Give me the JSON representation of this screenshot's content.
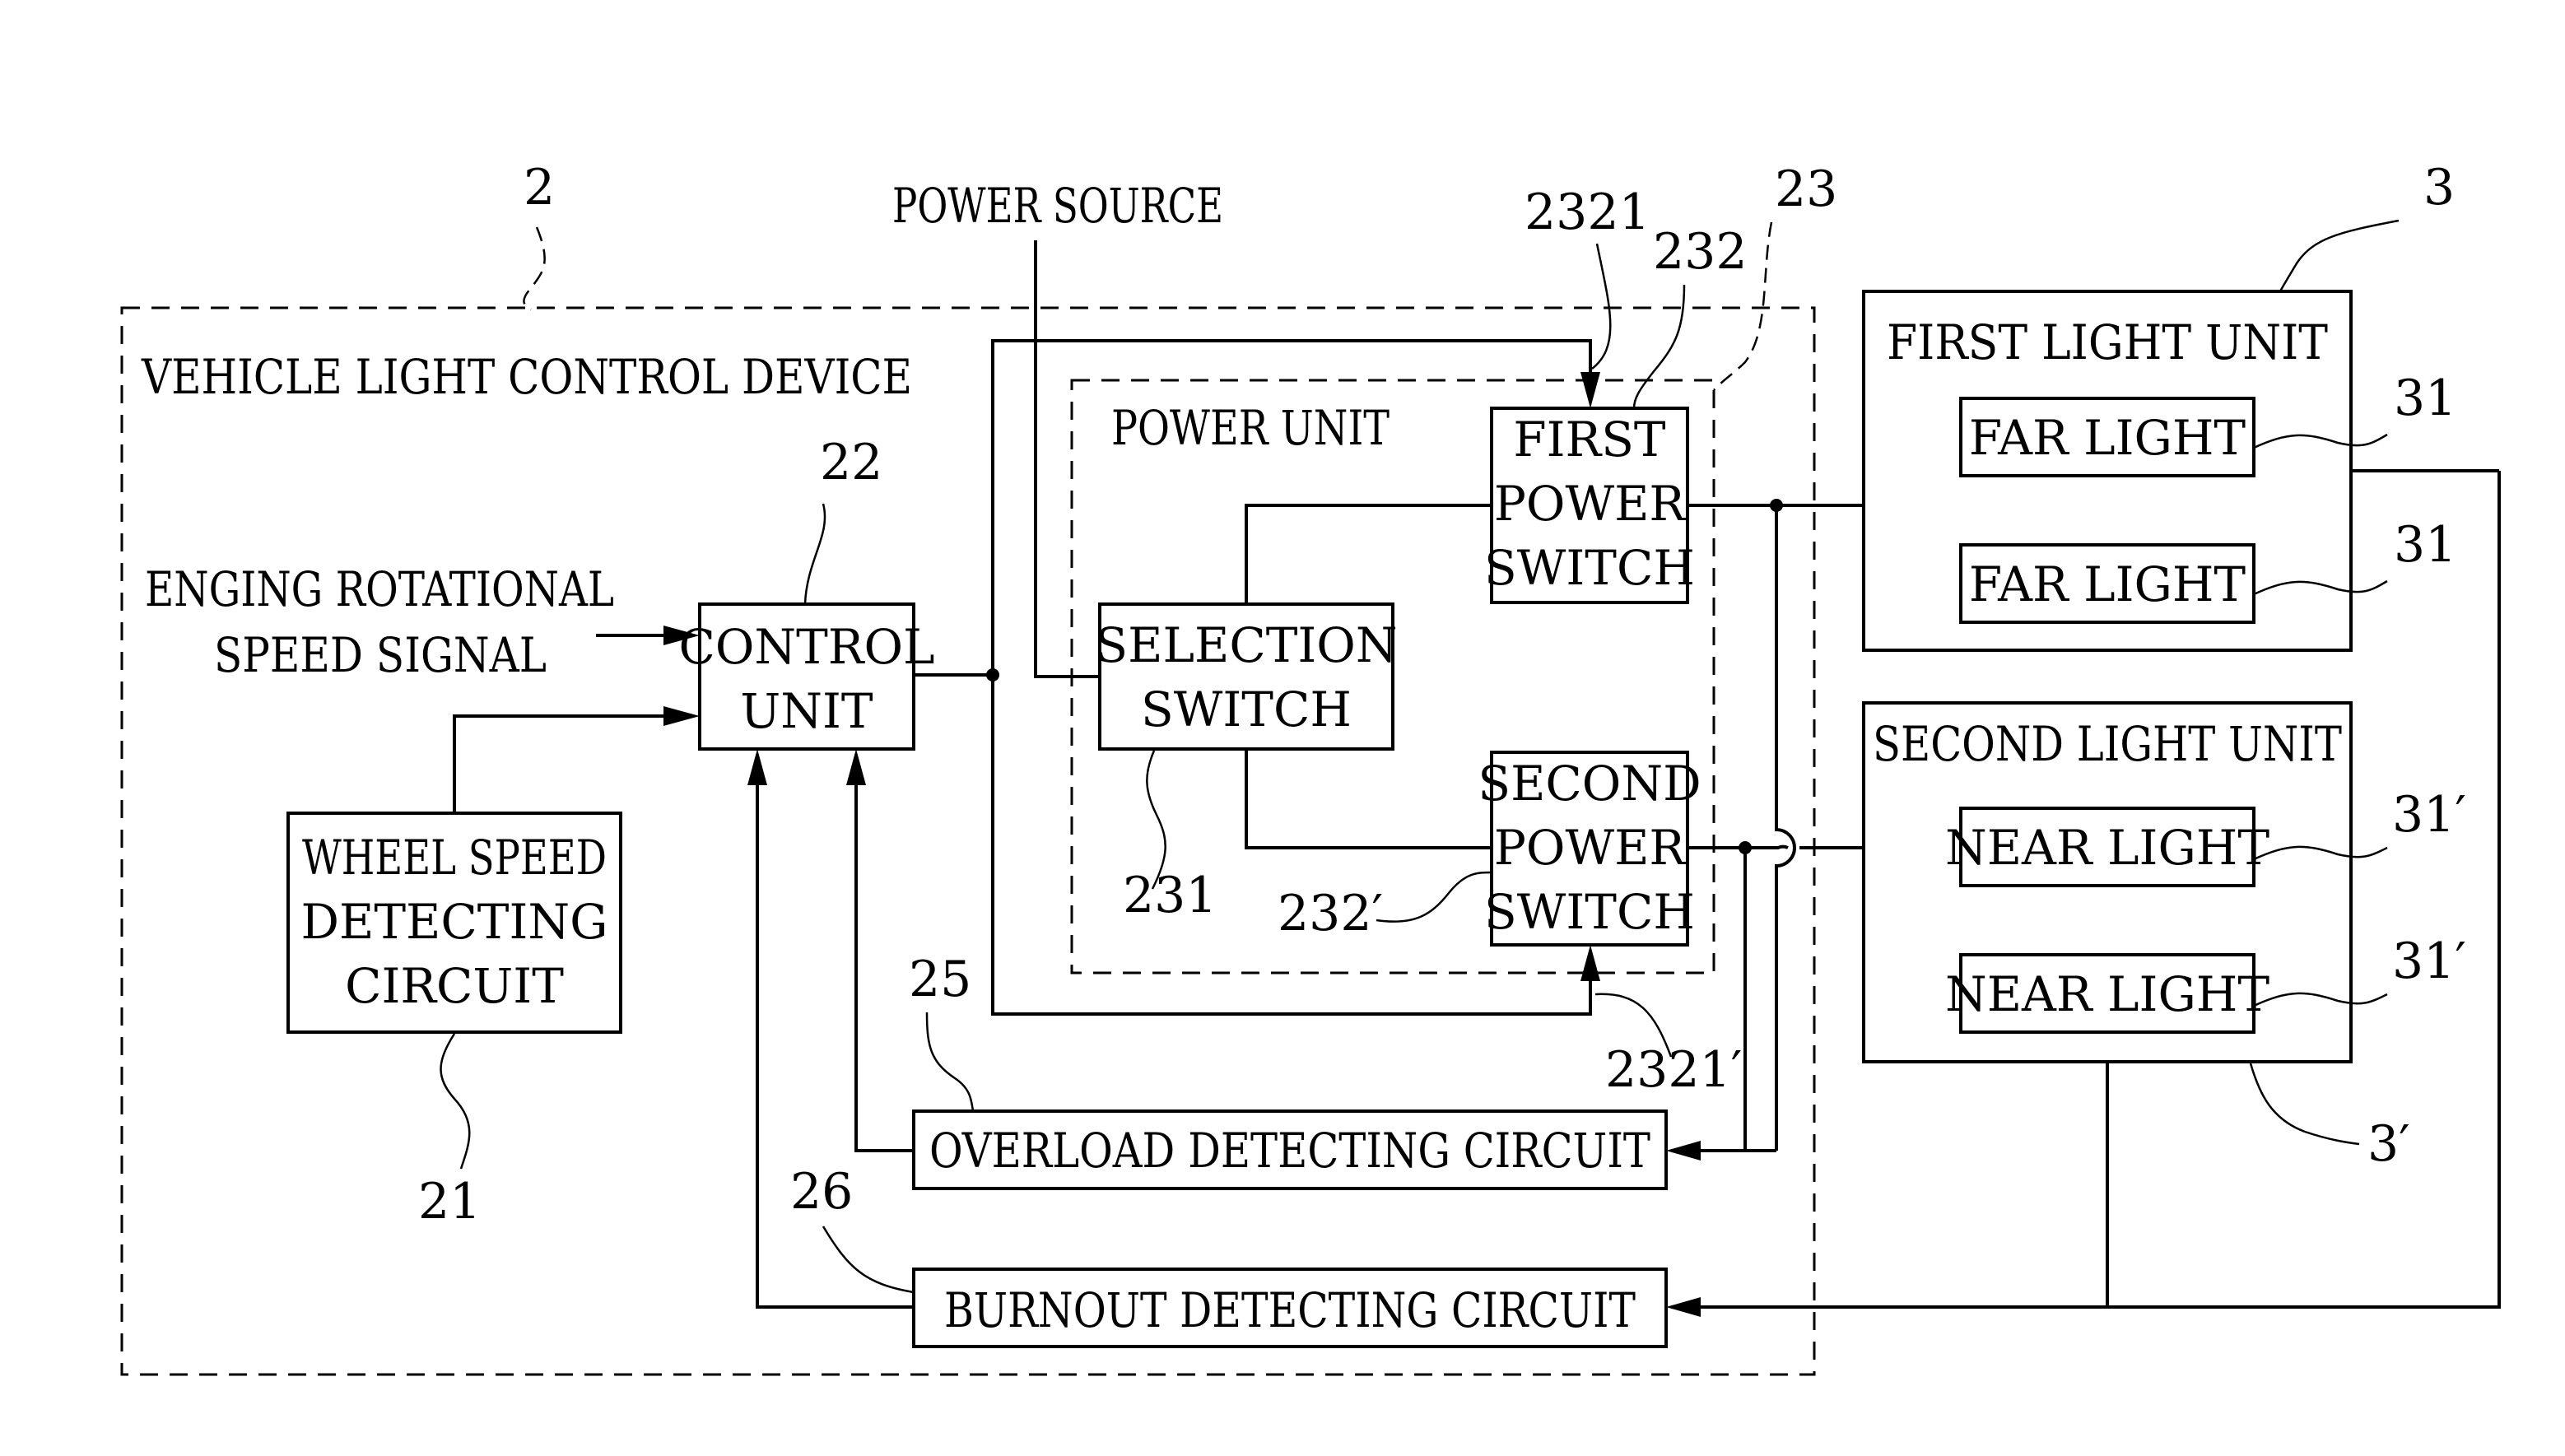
{
  "diagram": {
    "device": {
      "title": "VEHICLE LIGHT CONTROL DEVICE",
      "ref": "2"
    },
    "inputs": {
      "engine_signal": [
        "ENGING ROTATIONAL",
        "SPEED SIGNAL"
      ],
      "power_source": "POWER SOURCE"
    },
    "control_unit": {
      "lines": [
        "CONTROL",
        "UNIT"
      ],
      "ref": "22"
    },
    "wheel_speed": {
      "lines": [
        "WHEEL SPEED",
        "DETECTING",
        "CIRCUIT"
      ],
      "ref": "21"
    },
    "power_unit": {
      "title": "POWER UNIT",
      "ref": "23"
    },
    "selection_switch": {
      "lines": [
        "SELECTION",
        "SWITCH"
      ],
      "ref": "231"
    },
    "first_power_switch": {
      "lines": [
        "FIRST",
        "POWER",
        "SWITCH"
      ],
      "ref": "232",
      "input_ref": "2321"
    },
    "second_power_switch": {
      "lines": [
        "SECOND",
        "POWER",
        "SWITCH"
      ],
      "ref": "232′",
      "input_ref": "2321′"
    },
    "overload_circuit": {
      "label": "OVERLOAD DETECTING CIRCUIT",
      "ref": "25"
    },
    "burnout_circuit": {
      "label": "BURNOUT DETECTING CIRCUIT",
      "ref": "26"
    },
    "first_light_unit": {
      "title": "FIRST LIGHT UNIT",
      "ref": "3",
      "lights": [
        {
          "label": "FAR LIGHT",
          "ref": "31"
        },
        {
          "label": "FAR LIGHT",
          "ref": "31"
        }
      ]
    },
    "second_light_unit": {
      "title": "SECOND LIGHT UNIT",
      "ref": "3′",
      "lights": [
        {
          "label": "NEAR LIGHT",
          "ref": "31′"
        },
        {
          "label": "NEAR LIGHT",
          "ref": "31′"
        }
      ]
    }
  }
}
